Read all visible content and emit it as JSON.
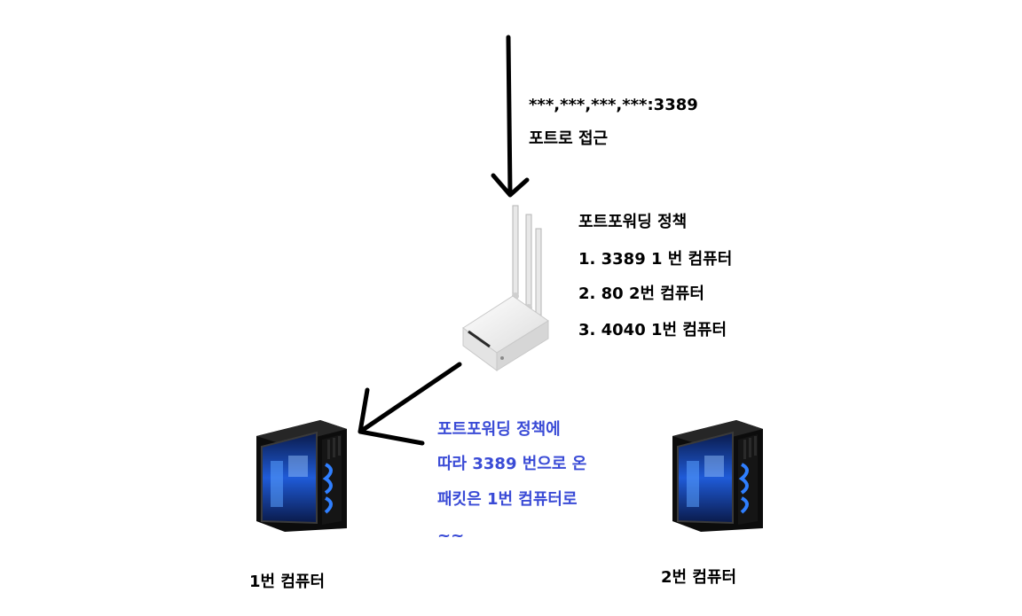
{
  "internet": {
    "address": "***,***,***,***:3389",
    "access": "포트로 접근"
  },
  "policy": {
    "title": "포트포워딩 정책",
    "rules": [
      "1. 3389 1 번 컴퓨터",
      "2. 80 2번 컴퓨터",
      "3. 4040 1번 컴퓨터"
    ]
  },
  "note": {
    "lines": [
      "포트포워딩 정책에",
      "따라 3389 번으로 온",
      "패킷은 1번 컴퓨터로",
      "~~"
    ]
  },
  "computers": [
    {
      "label": "1번 컴퓨터"
    },
    {
      "label": "2번 컴퓨터"
    }
  ],
  "colors": {
    "line": "#000000",
    "note": "#3a4bd6",
    "router_body": "#f4f4f4",
    "case_body": "#111111",
    "case_glow": "#2f7fff"
  }
}
